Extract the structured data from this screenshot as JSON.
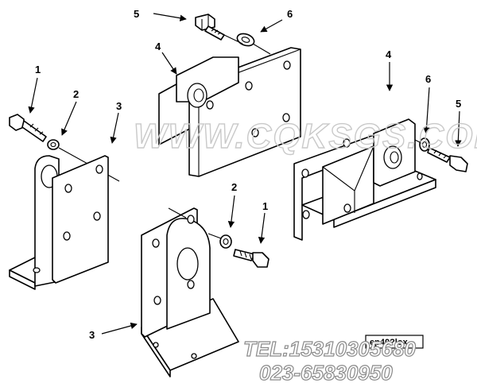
{
  "callouts": {
    "c5_top": "5",
    "c6_top": "6",
    "c4_top": "4",
    "c1_left": "1",
    "c2_left": "2",
    "c3_left": "3",
    "c4_right": "4",
    "c6_right": "6",
    "c5_right": "5",
    "c2_mid": "2",
    "c1_mid": "1",
    "c3_bottom": "3"
  },
  "watermark": "WWW.CQKSGS.COM",
  "figure_code": "ep40?lox",
  "contact": {
    "tel": "TEL:15310305680",
    "phone": "023-65830950"
  },
  "colors": {
    "line": "#000000",
    "watermark": "#c9c9c9",
    "contact_outline": "#8a8a8a"
  }
}
